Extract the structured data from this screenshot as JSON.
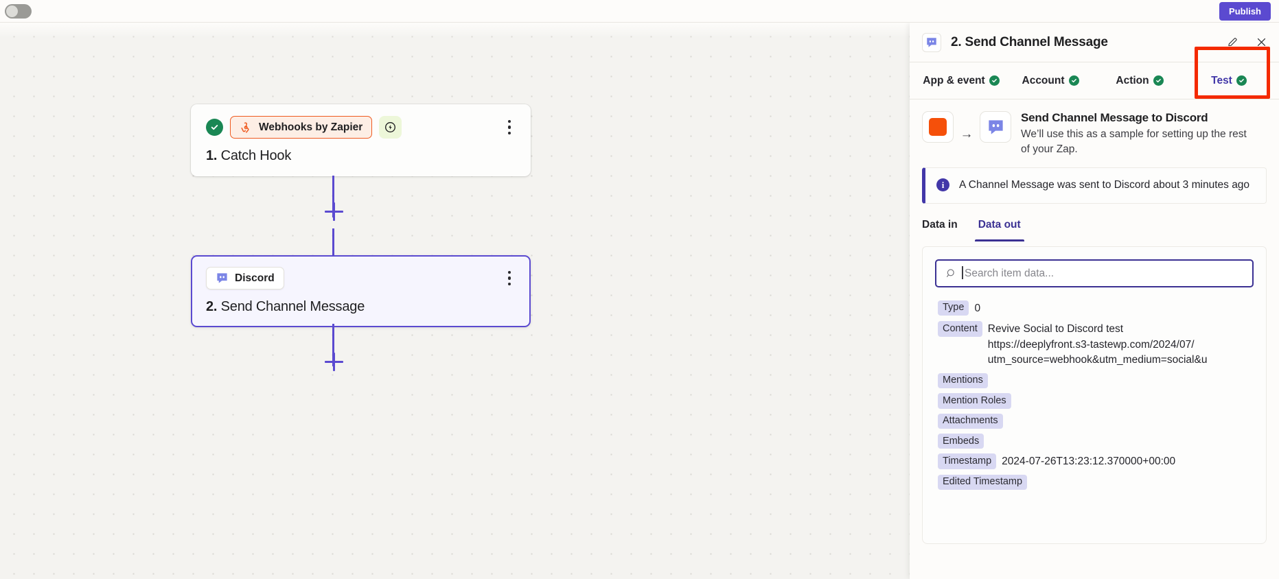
{
  "topbar": {
    "toggle_state": "off",
    "publish_label": "Publish"
  },
  "canvas": {
    "nodes": [
      {
        "status": "success",
        "app_label": "Webhooks by Zapier",
        "app_icon": "webhooks-zapier-icon",
        "badge_icon": "instant-bolt-icon",
        "step_number": "1.",
        "step_title": "Catch Hook",
        "menu_icon": "kebab-menu-icon"
      },
      {
        "app_label": "Discord",
        "app_icon": "discord-icon",
        "step_number": "2.",
        "step_title": "Send Channel Message",
        "menu_icon": "kebab-menu-icon",
        "selected": true
      }
    ],
    "add_step_icon": "plus-icon"
  },
  "panel": {
    "header": {
      "app_icon": "discord-icon",
      "title": "2. Send Channel Message",
      "edit_icon": "pencil-icon",
      "close_icon": "close-x-icon"
    },
    "tabs": [
      {
        "label": "App & event",
        "complete": true,
        "active": false
      },
      {
        "label": "Account",
        "complete": true,
        "active": false
      },
      {
        "label": "Action",
        "complete": true,
        "active": false
      },
      {
        "label": "Test",
        "complete": true,
        "active": true
      }
    ],
    "highlight_color": "#f42a00",
    "summary": {
      "from_icon": "zapier-orange-square-icon",
      "arrow_icon": "arrow-right-icon",
      "to_icon": "discord-icon",
      "title": "Send Channel Message to Discord",
      "description": "We’ll use this as a sample for setting up the rest of your Zap."
    },
    "info": {
      "icon": "info-icon",
      "text": "A Channel Message was sent to Discord about 3 minutes ago",
      "accent": "#4237a8"
    },
    "subtabs": [
      {
        "label": "Data in",
        "active": false
      },
      {
        "label": "Data out",
        "active": true
      }
    ],
    "search": {
      "icon": "search-icon",
      "placeholder": "Search item data...",
      "value": ""
    },
    "data_rows": [
      {
        "key": "Type",
        "value": "0"
      },
      {
        "key": "Content",
        "value": "Revive Social to Discord test\nhttps://deeplyfront.s3-tastewp.com/2024/07/\nutm_source=webhook&utm_medium=social&u"
      },
      {
        "key": "Mentions",
        "value": ""
      },
      {
        "key": "Mention Roles",
        "value": ""
      },
      {
        "key": "Attachments",
        "value": ""
      },
      {
        "key": "Embeds",
        "value": ""
      },
      {
        "key": "Timestamp",
        "value": "2024-07-26T13:23:12.370000+00:00"
      },
      {
        "key": "Edited Timestamp",
        "value": ""
      }
    ]
  }
}
